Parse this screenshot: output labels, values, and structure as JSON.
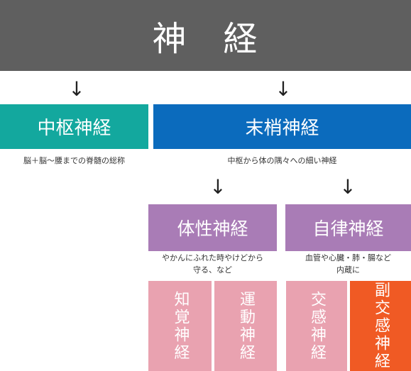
{
  "title": "神　経",
  "arrow_glyph": "↓",
  "central": {
    "label": "中枢神経",
    "desc": "脳＋脳〜腰までの脊髄の総称"
  },
  "peripheral": {
    "label": "末梢神経",
    "desc": "中枢から体の隅々への細い神経"
  },
  "somatic": {
    "label": "体性神経",
    "desc_line1": "やかんにふれた時やけどから",
    "desc_line2": "守る、など"
  },
  "autonomic": {
    "label": "自律神経",
    "desc_line1": "血管や心臓・肺・腸など",
    "desc_line2": "内蔵に"
  },
  "leaves": {
    "sensory": "知覚神経",
    "motor": "運動神経",
    "sympathetic": "交感神経",
    "parasympathetic": "副交感神経"
  },
  "colors": {
    "title_bg": "#5f5f5f",
    "central_bg": "#13a89e",
    "peripheral_bg": "#0b6bbd",
    "level3_bg": "#a97cb6",
    "leaf_bg": "#e9a2b0",
    "highlight_bg": "#f05a24"
  }
}
